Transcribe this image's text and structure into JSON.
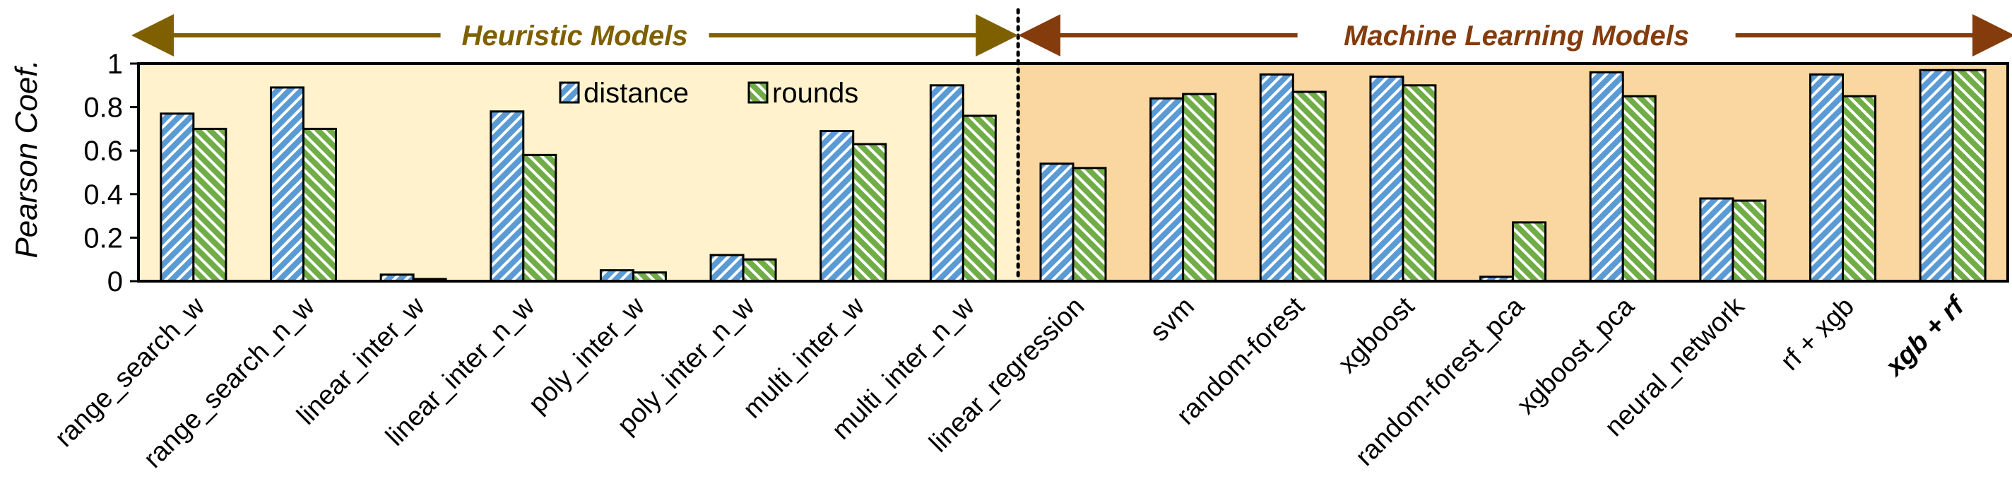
{
  "chart_data": {
    "type": "bar",
    "ylabel": "Pearson Coef.",
    "ylim": [
      0,
      1
    ],
    "yticks": [
      "0",
      "0.2",
      "0.4",
      "0.6",
      "0.8",
      "1"
    ],
    "grid": false,
    "legend_position": "top-center",
    "categories": [
      "range_search_w",
      "range_search_n_w",
      "linear_inter_w",
      "linear_inter_n_w",
      "poly_inter_w",
      "poly_inter_n_w",
      "multi_inter_w",
      "multi_inter_n_w",
      "linear_regression",
      "svm",
      "random-forest",
      "xgboost",
      "random-forest_pca",
      "xgboost_pca",
      "neural_network",
      "rf + xgb",
      "xgb + rf"
    ],
    "emphasized_category": "xgb + rf",
    "series": [
      {
        "name": "distance",
        "color": "#5B9BD5",
        "values": [
          0.77,
          0.89,
          0.03,
          0.78,
          0.05,
          0.12,
          0.69,
          0.9,
          0.54,
          0.84,
          0.95,
          0.94,
          0.02,
          0.96,
          0.38,
          0.95,
          0.97
        ]
      },
      {
        "name": "rounds",
        "color": "#70AD47",
        "values": [
          0.7,
          0.7,
          0.01,
          0.58,
          0.04,
          0.1,
          0.63,
          0.76,
          0.52,
          0.86,
          0.87,
          0.9,
          0.27,
          0.85,
          0.37,
          0.85,
          0.97
        ]
      }
    ],
    "groups": [
      {
        "label": "Heuristic Models",
        "from": 0,
        "to": 7,
        "bg": "#FFF2CC",
        "color": "#7F6000"
      },
      {
        "label": "Machine Learning Models",
        "from": 8,
        "to": 16,
        "bg": "#FAD7A0",
        "color": "#843C0C"
      }
    ]
  }
}
